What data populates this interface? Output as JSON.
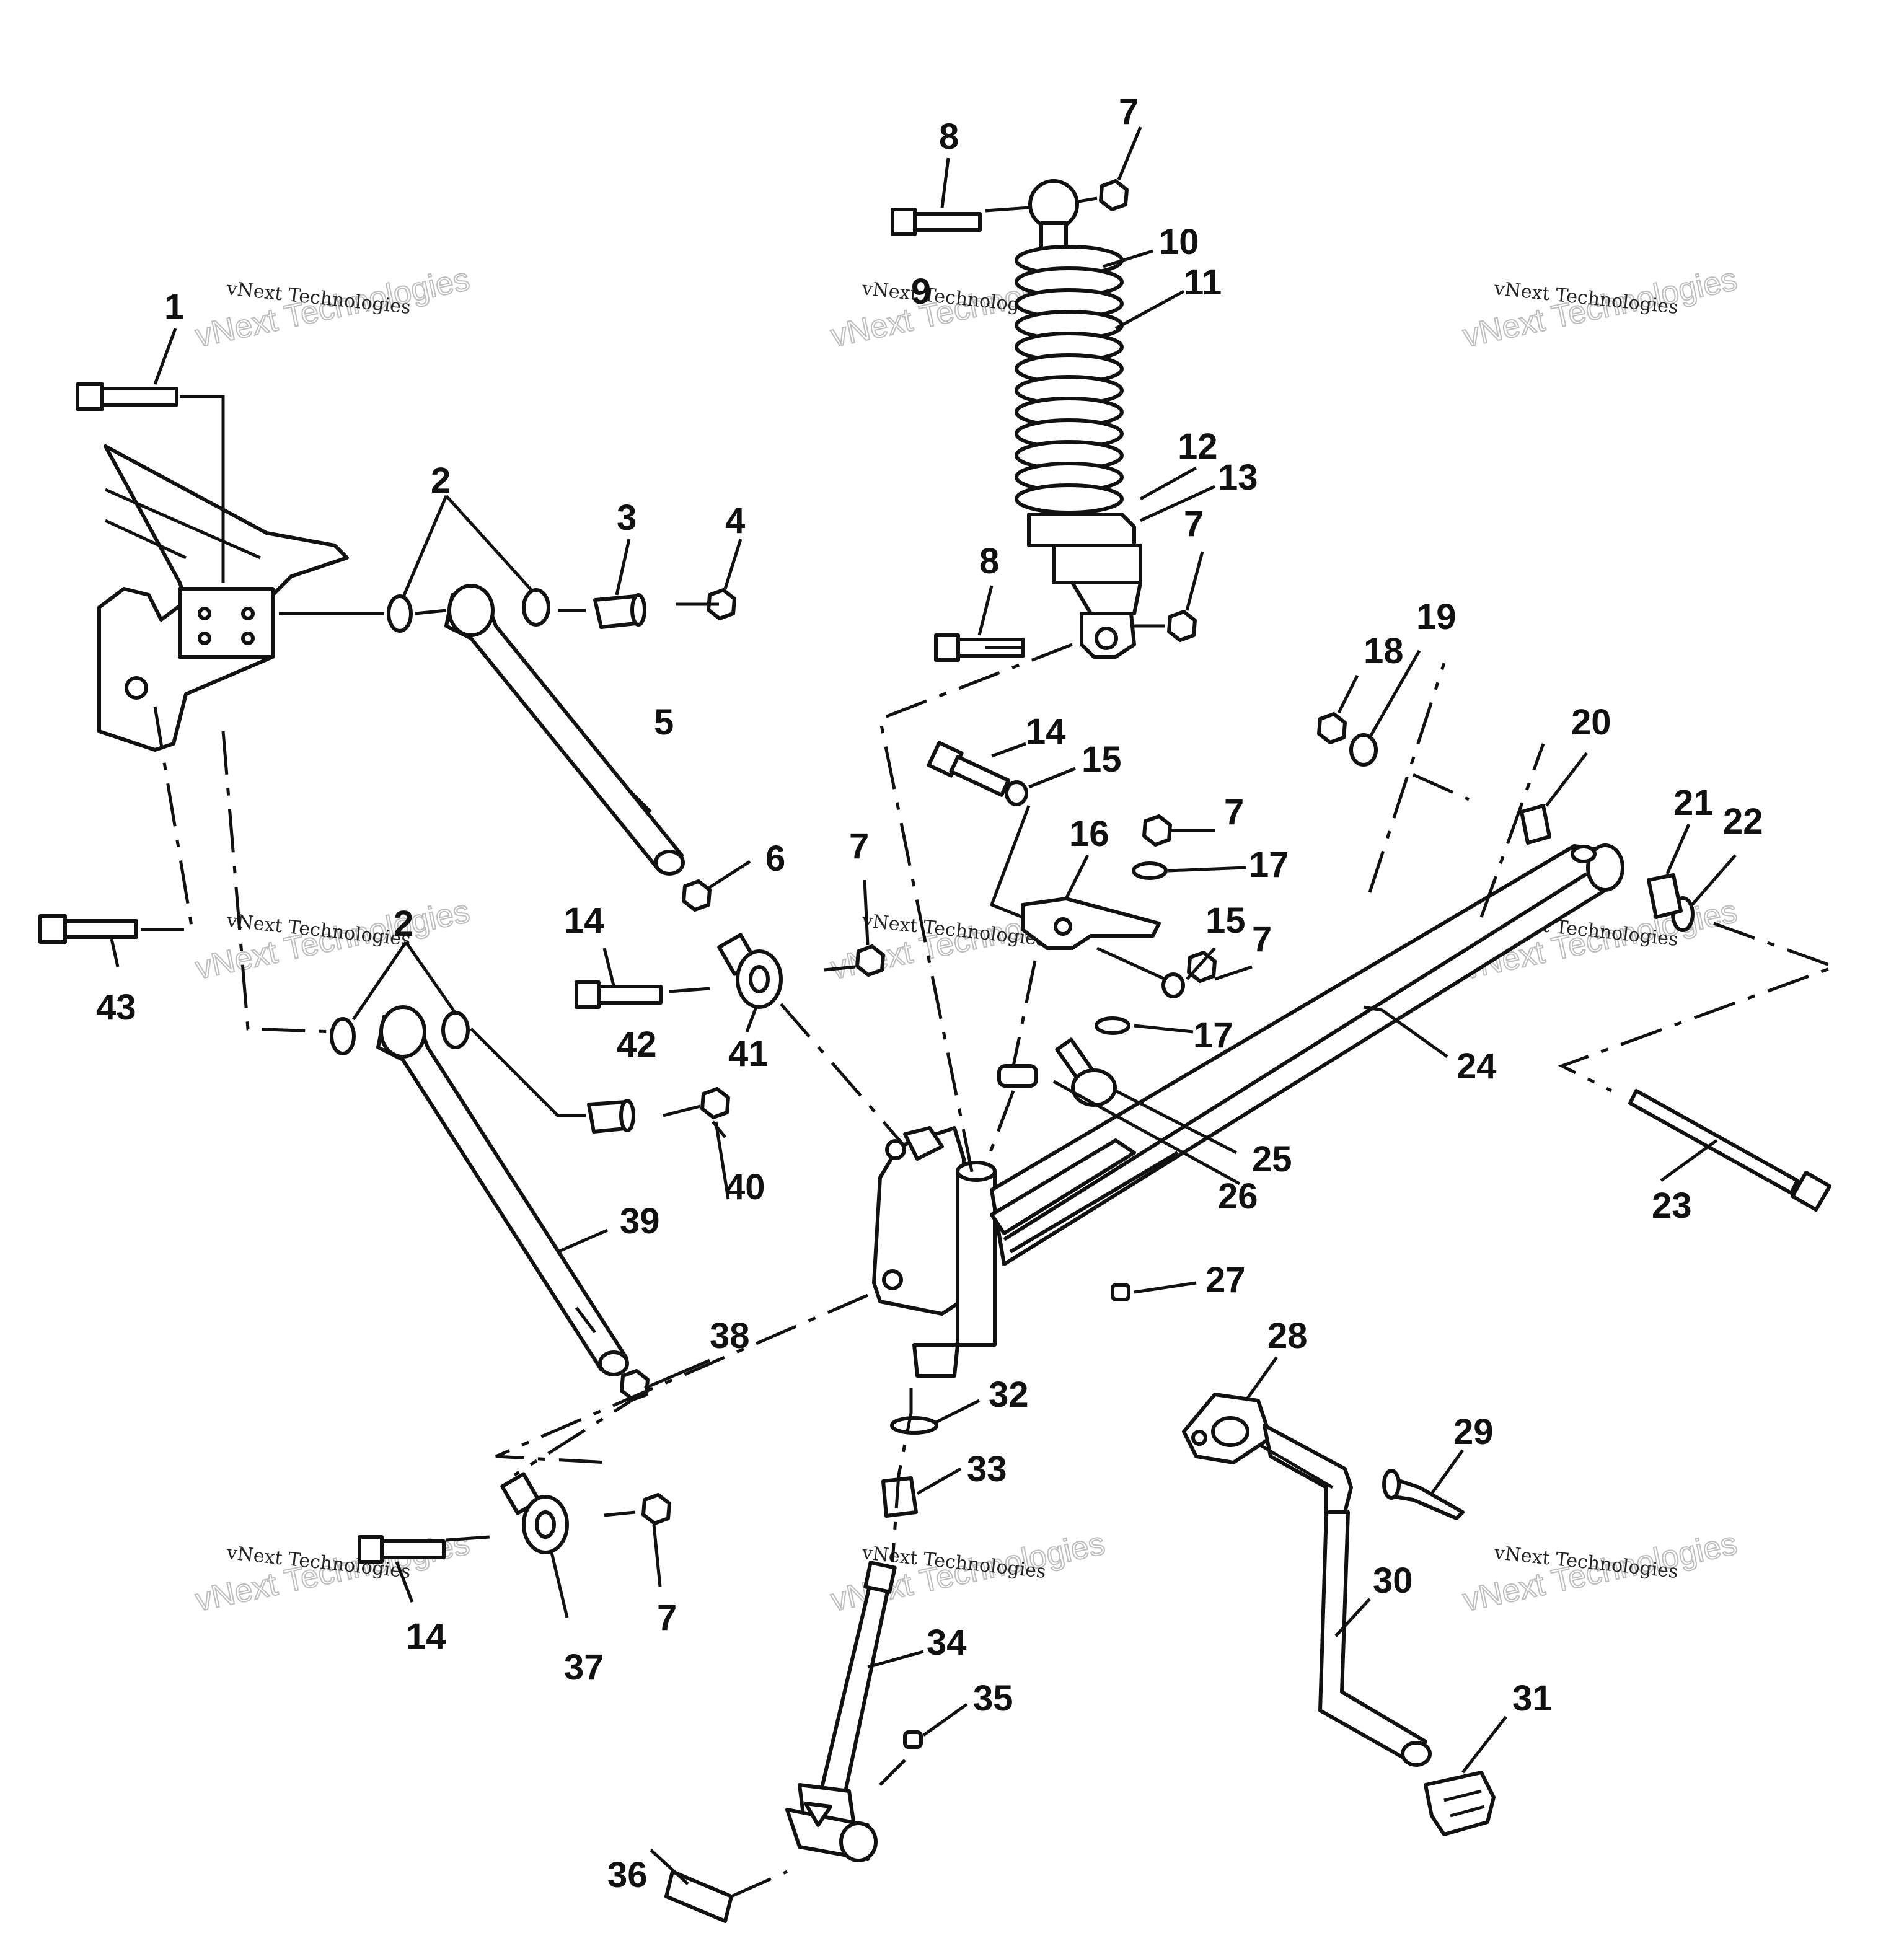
{
  "watermark": {
    "big": "vNext Technologies",
    "small": "vNext Technologies"
  },
  "callouts": [
    "1",
    "2",
    "3",
    "4",
    "5",
    "6",
    "7",
    "8",
    "9",
    "10",
    "11",
    "12",
    "13",
    "14",
    "15",
    "16",
    "17",
    "18",
    "19",
    "20",
    "21",
    "22",
    "23",
    "24",
    "25",
    "26",
    "27",
    "28",
    "29",
    "30",
    "31",
    "32",
    "33",
    "34",
    "35",
    "36",
    "37",
    "38",
    "39",
    "40",
    "41",
    "42",
    "43"
  ]
}
